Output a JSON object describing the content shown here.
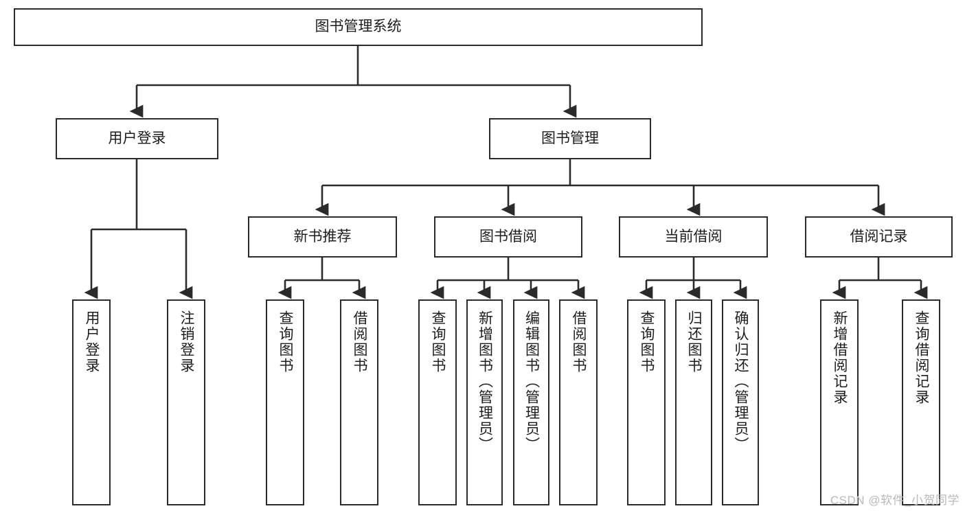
{
  "diagram": {
    "title": "图书管理系统",
    "type": "tree-hierarchy",
    "watermark": "CSDN @软件_小贺同学",
    "colors": {
      "stroke": "#2b2b2b",
      "fill": "#ffffff",
      "text": "#1d1d1d",
      "watermark": "#b9b9b9"
    },
    "nodes": {
      "root": {
        "label": "图书管理系统"
      },
      "level2": [
        {
          "label": "用户登录"
        },
        {
          "label": "图书管理"
        }
      ],
      "level3": [
        {
          "label": "新书推荐"
        },
        {
          "label": "图书借阅"
        },
        {
          "label": "当前借阅"
        },
        {
          "label": "借阅记录"
        }
      ],
      "leaves": {
        "user_login": [
          {
            "label": "用户登录"
          },
          {
            "label": "注销登录"
          }
        ],
        "new_book": [
          {
            "label": "查询图书"
          },
          {
            "label": "借阅图书"
          }
        ],
        "book_borrow": [
          {
            "label": "查询图书"
          },
          {
            "label": "新增图书（管理员）"
          },
          {
            "label": "编辑图书（管理员）"
          },
          {
            "label": "借阅图书"
          }
        ],
        "current_borrow": [
          {
            "label": "查询图书"
          },
          {
            "label": "归还图书"
          },
          {
            "label": "确认归还（管理员）"
          }
        ],
        "borrow_record": [
          {
            "label": "新增借阅记录"
          },
          {
            "label": "查询借阅记录"
          }
        ]
      }
    }
  }
}
